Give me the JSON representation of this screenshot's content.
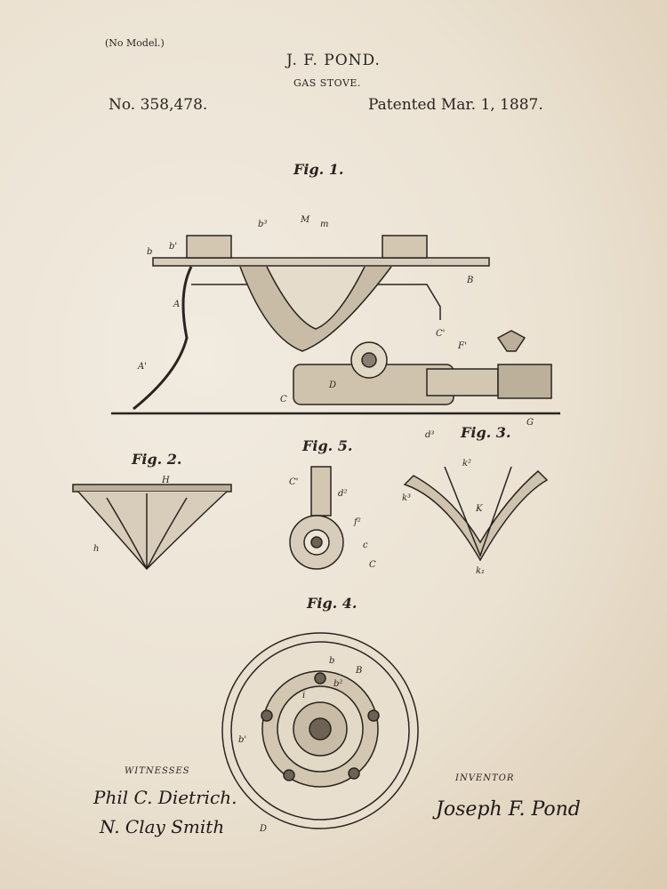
{
  "header": {
    "no_model": "(No Model.)",
    "inventor": "J. F. POND.",
    "title": "GAS STOVE.",
    "patent_number": "No. 358,478.",
    "patent_date": "Patented Mar. 1, 1887."
  },
  "figures": {
    "fig1": "Fig. 1.",
    "fig2": "Fig. 2.",
    "fig3": "Fig. 3.",
    "fig4": "Fig. 4.",
    "fig5": "Fig. 5."
  },
  "labels": {
    "A": "A",
    "A1": "A'",
    "B": "B",
    "C": "C",
    "C1": "C'",
    "D": "D",
    "F": "F'",
    "G": "G",
    "H": "H",
    "K": "K",
    "k2": "k²",
    "k3": "k³",
    "k1": "k₁",
    "h": "h",
    "M": "M",
    "m": "m",
    "b": "b",
    "b1": "b'",
    "b2": "b²",
    "b3": "b³",
    "d2": "d²",
    "d3": "d³",
    "f2": "f²",
    "c": "c",
    "i": "i"
  },
  "signatures": {
    "witnesses_label": "WITNESSES",
    "witness1": "Phil C. Dietrich.",
    "witness2": "N. Clay Smith",
    "inventor_label": "INVENTOR",
    "inventor_signature": "Joseph F. Pond"
  }
}
